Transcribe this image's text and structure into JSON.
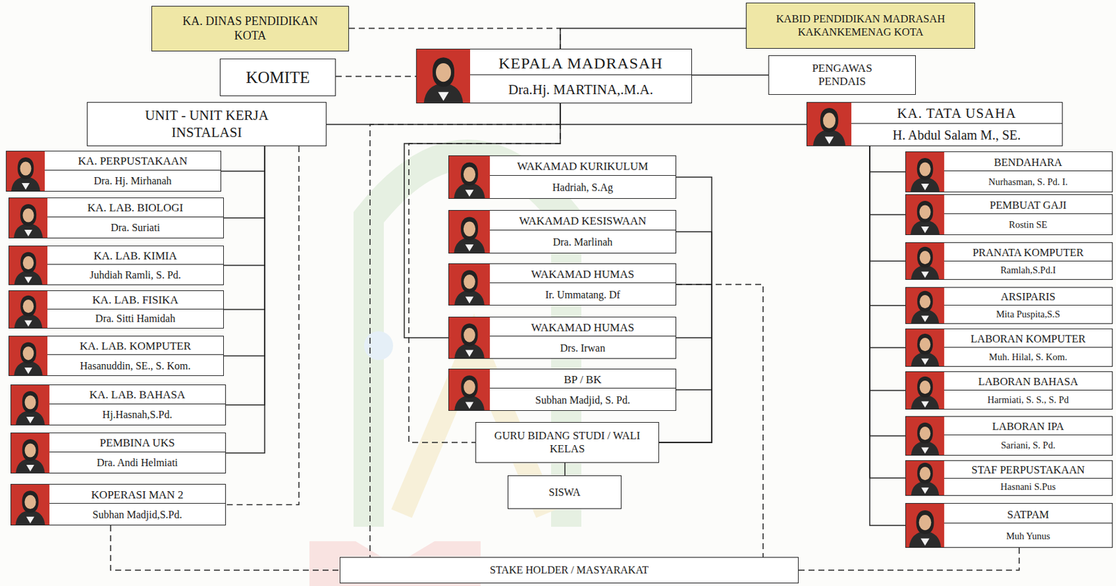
{
  "diagram": {
    "nodes": [
      {
        "text": [
          "KA. DINAS PENDIDIKAN KOTA"
        ]
      },
      {
        "text": [
          "KABID PENDIDIKAN MADRASAH KAKANKEMENAG KOTA"
        ]
      },
      {
        "text": [
          "KEPALA MADRASAH",
          "Dra.Hj. MARTINA,.M.A."
        ]
      },
      {
        "text": [
          "KOMITE"
        ]
      },
      {
        "text": [
          "PENGAWAS PENDAIS"
        ]
      },
      {
        "text": [
          "UNIT - UNIT KERJA INSTALASI"
        ]
      },
      {
        "text": [
          "KA. TATA USAHA",
          "H. Abdul Salam M., SE."
        ]
      },
      {
        "text": [
          "KA. PERPUSTAKAAN",
          "Dra. Hj. Mirhanah"
        ]
      },
      {
        "text": [
          "KA. LAB. BIOLOGI",
          "Dra. Suriati"
        ]
      },
      {
        "text": [
          "KA. LAB. KIMIA",
          "Juhdiah Ramli, S. Pd."
        ]
      },
      {
        "text": [
          "KA. LAB. FISIKA",
          "Dra. Sitti Hamidah"
        ]
      },
      {
        "text": [
          "KA. LAB. KOMPUTER",
          "Hasanuddin, SE., S. Kom."
        ]
      },
      {
        "text": [
          "KA. LAB. BAHASA",
          "Hj.Hasnah,S.Pd."
        ]
      },
      {
        "text": [
          "PEMBINA UKS",
          "Dra. Andi Helmiati"
        ]
      },
      {
        "text": [
          "KOPERASI MAN 2",
          "Subhan Madjid,S.Pd."
        ]
      },
      {
        "text": [
          "WAKAMAD KURIKULUM",
          "Hadriah, S.Ag"
        ]
      },
      {
        "text": [
          "WAKAMAD KESISWAAN",
          "Dra. Marlinah"
        ]
      },
      {
        "text": [
          "WAKAMAD HUMAS",
          "Ir. Ummatang. Df"
        ]
      },
      {
        "text": [
          "WAKAMAD HUMAS",
          "Drs. Irwan"
        ]
      },
      {
        "text": [
          "BP / BK",
          "Subhan Madjid, S. Pd."
        ]
      },
      {
        "text": [
          "GURU BIDANG STUDI / WALI KELAS"
        ]
      },
      {
        "text": [
          "SISWA"
        ]
      },
      {
        "text": [
          "BENDAHARA",
          "Nurhasman, S. Pd. I."
        ]
      },
      {
        "text": [
          "PEMBUAT GAJI",
          "Rostin SE"
        ]
      },
      {
        "text": [
          "PRANATA KOMPUTER",
          "Ramlah,S.Pd.I"
        ]
      },
      {
        "text": [
          "ARSIPARIS",
          "Mita Puspita,S.S"
        ]
      },
      {
        "text": [
          "LABORAN KOMPUTER",
          "Muh. Hilal, S. Kom."
        ]
      },
      {
        "text": [
          "LABORAN BAHASA",
          "Harmiati, S. S., S. Pd"
        ]
      },
      {
        "text": [
          "LABORAN IPA",
          "Sariani, S. Pd."
        ]
      },
      {
        "text": [
          "STAF PERPUSTAKAAN",
          "Hasnani S.Pus"
        ]
      },
      {
        "text": [
          "SATPAM",
          "Muh Yunus"
        ]
      },
      {
        "text": [
          "STAKE HOLDER / MASYARAKAT"
        ]
      }
    ],
    "edges": [
      {
        "from": 0,
        "to": 2,
        "arrow": "none"
      },
      {
        "from": 1,
        "to": 2,
        "arrow": "none"
      },
      {
        "from": 3,
        "to": 2,
        "arrow": "none"
      },
      {
        "from": 2,
        "to": 4,
        "arrow": "none"
      },
      {
        "from": 2,
        "to": 5,
        "arrow": "none"
      },
      {
        "from": 2,
        "to": 6,
        "arrow": "none"
      },
      {
        "from": 2,
        "to": 18,
        "arrow": "none"
      },
      {
        "from": 2,
        "to": 20,
        "arrow": "none"
      },
      {
        "from": 2,
        "to": 31,
        "arrow": "none"
      },
      {
        "from": 5,
        "to": 7,
        "arrow": "none"
      },
      {
        "from": 5,
        "to": 8,
        "arrow": "none"
      },
      {
        "from": 5,
        "to": 9,
        "arrow": "none"
      },
      {
        "from": 5,
        "to": 10,
        "arrow": "none"
      },
      {
        "from": 5,
        "to": 11,
        "arrow": "none"
      },
      {
        "from": 5,
        "to": 12,
        "arrow": "none"
      },
      {
        "from": 5,
        "to": 13,
        "arrow": "none"
      },
      {
        "from": 5,
        "to": 14,
        "arrow": "none"
      },
      {
        "from": 14,
        "to": 31,
        "arrow": "none"
      },
      {
        "from": 15,
        "to": 20,
        "arrow": "none"
      },
      {
        "from": 16,
        "to": 20,
        "arrow": "none"
      },
      {
        "from": 17,
        "to": 20,
        "arrow": "none"
      },
      {
        "from": 18,
        "to": 20,
        "arrow": "none"
      },
      {
        "from": 19,
        "to": 20,
        "arrow": "none"
      },
      {
        "from": 17,
        "to": 31,
        "arrow": "none"
      },
      {
        "from": 20,
        "to": 21,
        "arrow": "none"
      },
      {
        "from": 6,
        "to": 22,
        "arrow": "none"
      },
      {
        "from": 6,
        "to": 23,
        "arrow": "none"
      },
      {
        "from": 6,
        "to": 24,
        "arrow": "none"
      },
      {
        "from": 6,
        "to": 25,
        "arrow": "none"
      },
      {
        "from": 6,
        "to": 26,
        "arrow": "none"
      },
      {
        "from": 6,
        "to": 27,
        "arrow": "none"
      },
      {
        "from": 6,
        "to": 28,
        "arrow": "none"
      },
      {
        "from": 6,
        "to": 29,
        "arrow": "none"
      },
      {
        "from": 6,
        "to": 30,
        "arrow": "none"
      },
      {
        "from": 30,
        "to": 31,
        "arrow": "none"
      }
    ]
  }
}
